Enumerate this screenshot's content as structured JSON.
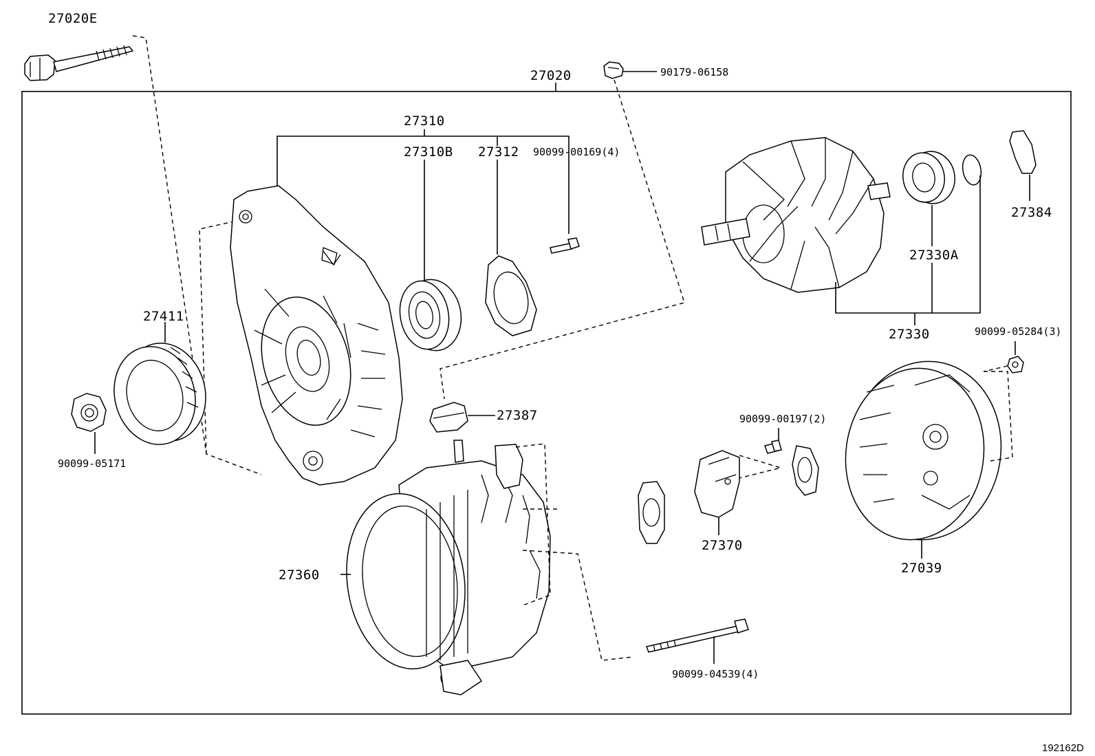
{
  "title": "",
  "figure_ref": "192162D",
  "callouts": {
    "assembly": "27020",
    "bolt_top": "27020E",
    "nut_top": "90179-06158",
    "frame_group": "27310",
    "frame": "27310B",
    "retainer": "27312",
    "screw_frame": "90099-00169(4)",
    "rotor_group": "27330",
    "bearing_rear": "27330A",
    "cover_small": "27384",
    "pulley": "27411",
    "pulley_nut": "90099-05171",
    "terminal_insulator": "27387",
    "stator_frame": "27360",
    "rear_cover": "27039",
    "nut_cover": "90099-05284(3)",
    "screw_brush": "90099-00197(2)",
    "brush_holder": "27370",
    "through_bolt": "90099-04539(4)"
  }
}
